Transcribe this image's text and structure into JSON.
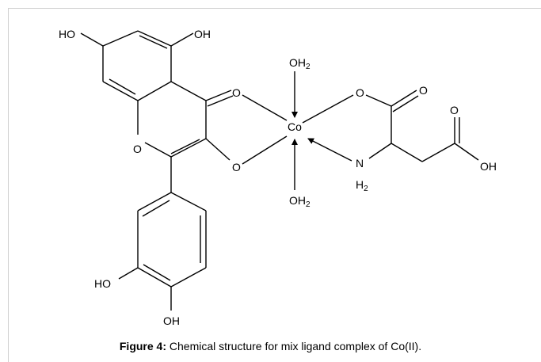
{
  "structure": {
    "labels": {
      "ho_a": "HO",
      "oh_b": "OH",
      "carbonyl_o": "O",
      "ring_o": "O",
      "enolate_o": "O",
      "water_top_o": "OH",
      "water_top_sub": "2",
      "water_bottom_o": "OH",
      "water_bottom_sub": "2",
      "metal": "Co",
      "carboxylate_o": "O",
      "acid_carbonyl_o1": "O",
      "acid_carbonyl_o2": "O",
      "acid_oh": "OH",
      "amine_n": "N",
      "amine_h": "H",
      "amine_sub": "2",
      "catechol_ho": "HO",
      "catechol_oh": "OH"
    }
  },
  "caption": {
    "label": "Figure 4:",
    "text": " Chemical structure for mix ligand complex of Co(II)."
  }
}
